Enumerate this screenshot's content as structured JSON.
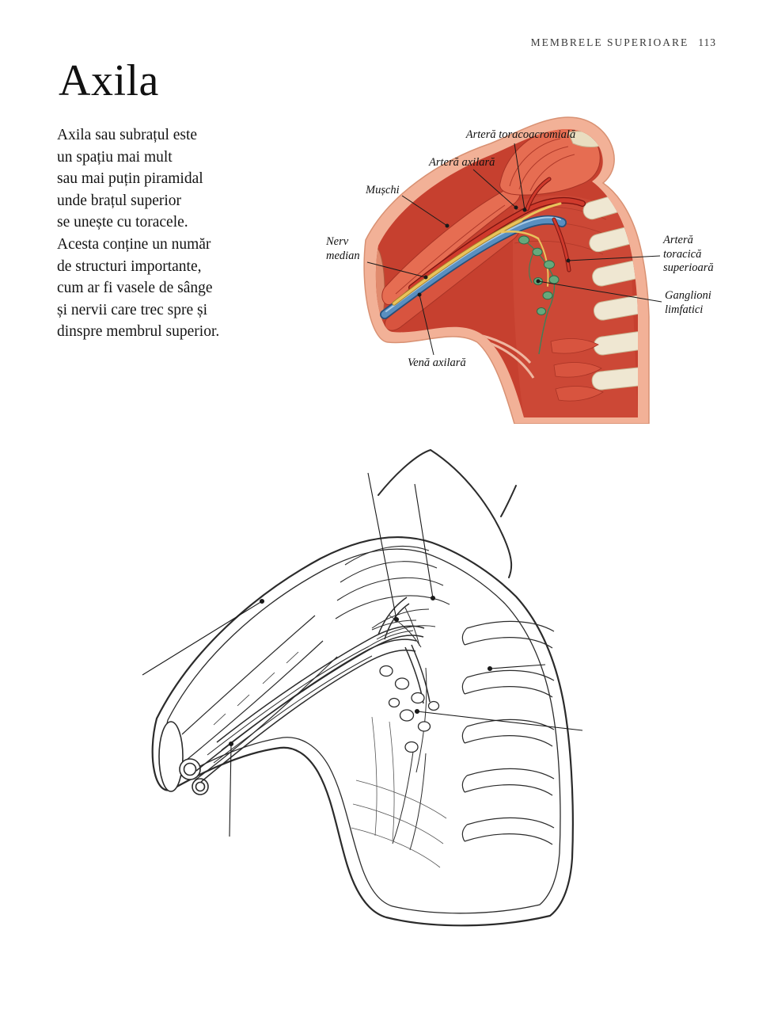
{
  "header": {
    "section": "MEMBRELE SUPERIOARE",
    "page_number": "113"
  },
  "title": "Axila",
  "body_lines": [
    "Axila sau subrațul este",
    "un spațiu mai mult",
    "sau mai puțin piramidal",
    "unde brațul superior",
    "se unește cu toracele.",
    "Acesta conține un număr",
    "de structuri importante,",
    "cum ar fi vasele de sânge",
    "și nervii care trec spre și",
    "dinspre membrul superior."
  ],
  "figure_labels": {
    "thoracoacromial_artery": "Arteră toracoacromială",
    "axillary_artery": "Arteră axilară",
    "muscle": "Mușchi",
    "median_nerve": "Nerv median",
    "superior_thoracic_artery": "Arteră toracică superioară",
    "lymph_nodes": "Ganglioni limfatici",
    "axillary_vein": "Venă axilară"
  },
  "palette": {
    "skin": "#f2b197",
    "muscle": "#d8543f",
    "muscle_deep": "#b23322",
    "rib_bone": "#efe7d2",
    "vein_blue": "#5a8fc0",
    "artery_red": "#cf3a2c",
    "nerve_yellow": "#e9c35c",
    "lymph_green": "#66a97c",
    "line_art": "#2b2b2b"
  }
}
